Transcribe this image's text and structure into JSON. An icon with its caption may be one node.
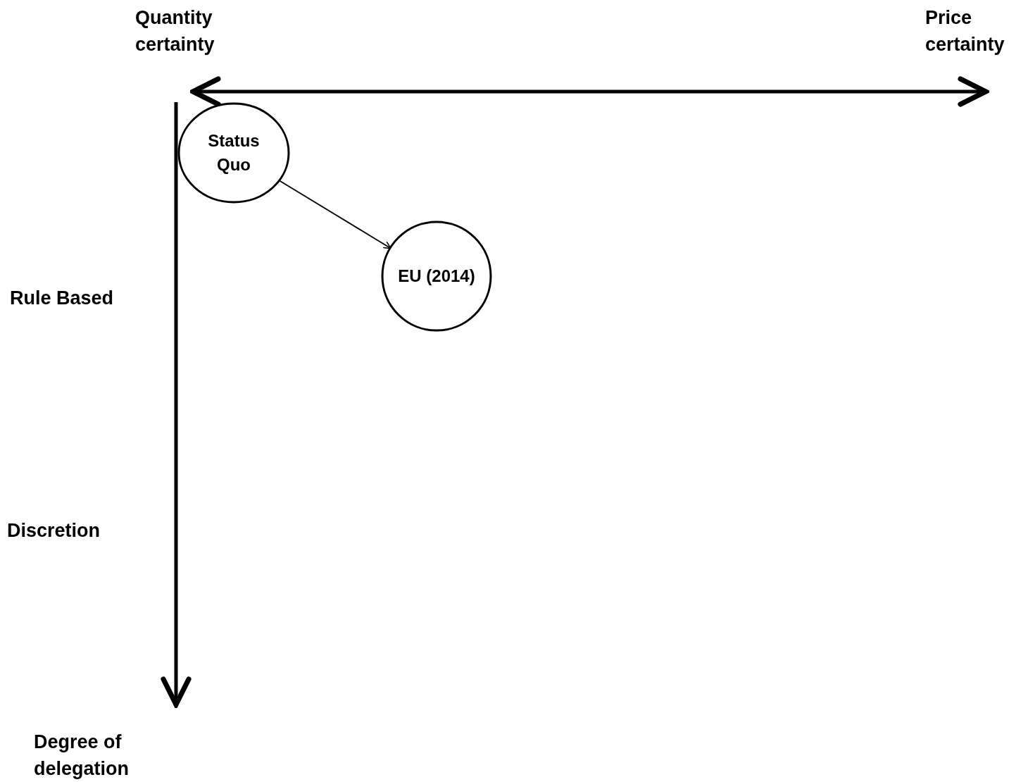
{
  "diagram": {
    "nodes": [
      {
        "text": [
          "Status Quo"
        ]
      },
      {
        "text": [
          "EU (2014)"
        ]
      }
    ],
    "edges": [
      {
        "from": 0,
        "to": 1,
        "arrow": "to"
      }
    ],
    "labels": [
      "Quantity certainty",
      "Price certainty",
      "Rule Based",
      "Discretion",
      "Degree of delegation"
    ]
  }
}
